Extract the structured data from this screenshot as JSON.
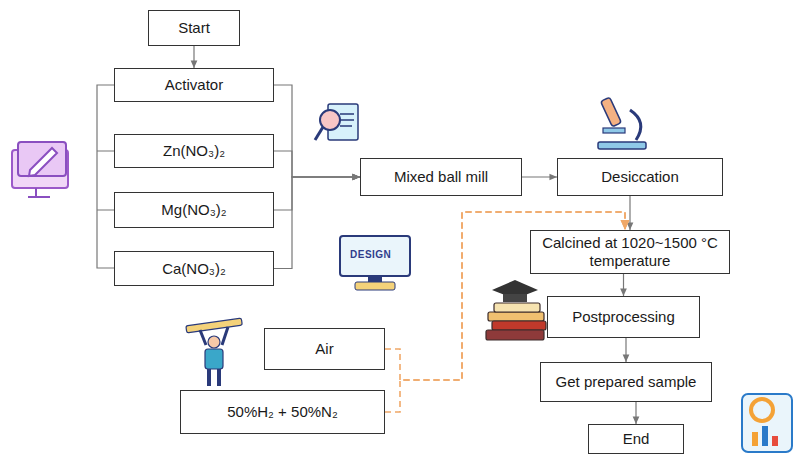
{
  "diagram": {
    "nodes": [
      {
        "text": [
          "Start"
        ]
      },
      {
        "text": [
          "Activator"
        ]
      },
      {
        "text": [
          "Zn(NO₃)₂"
        ]
      },
      {
        "text": [
          "Mg(NO₃)₂"
        ]
      },
      {
        "text": [
          "Ca(NO₃)₂"
        ]
      },
      {
        "text": [
          "Mixed ball mill"
        ]
      },
      {
        "text": [
          "Desiccation"
        ]
      },
      {
        "text": [
          "Calcined at 1020~1500 °C temperature"
        ]
      },
      {
        "text": [
          "Postprocessing"
        ]
      },
      {
        "text": [
          "Get prepared sample"
        ]
      },
      {
        "text": [
          "End"
        ]
      },
      {
        "text": [
          "Air"
        ]
      },
      {
        "text": [
          "50%H₂ + 50%N₂"
        ]
      }
    ],
    "edges": [
      {
        "from": 0,
        "to": 1,
        "arrow": "to"
      },
      {
        "from": 1,
        "to": 5,
        "arrow": "to"
      },
      {
        "from": 2,
        "to": 5,
        "arrow": "to"
      },
      {
        "from": 3,
        "to": 5,
        "arrow": "to"
      },
      {
        "from": 4,
        "to": 5,
        "arrow": "to"
      },
      {
        "from": 5,
        "to": 6,
        "arrow": "to"
      },
      {
        "from": 6,
        "to": 7,
        "arrow": "to"
      },
      {
        "from": 7,
        "to": 8,
        "arrow": "to"
      },
      {
        "from": 8,
        "to": 9,
        "arrow": "to"
      },
      {
        "from": 9,
        "to": 10,
        "arrow": "to"
      },
      {
        "from": 11,
        "to": 7,
        "arrow": "to"
      },
      {
        "from": 12,
        "to": 7,
        "arrow": "to"
      }
    ],
    "labels": [
      "DESIGN"
    ]
  }
}
